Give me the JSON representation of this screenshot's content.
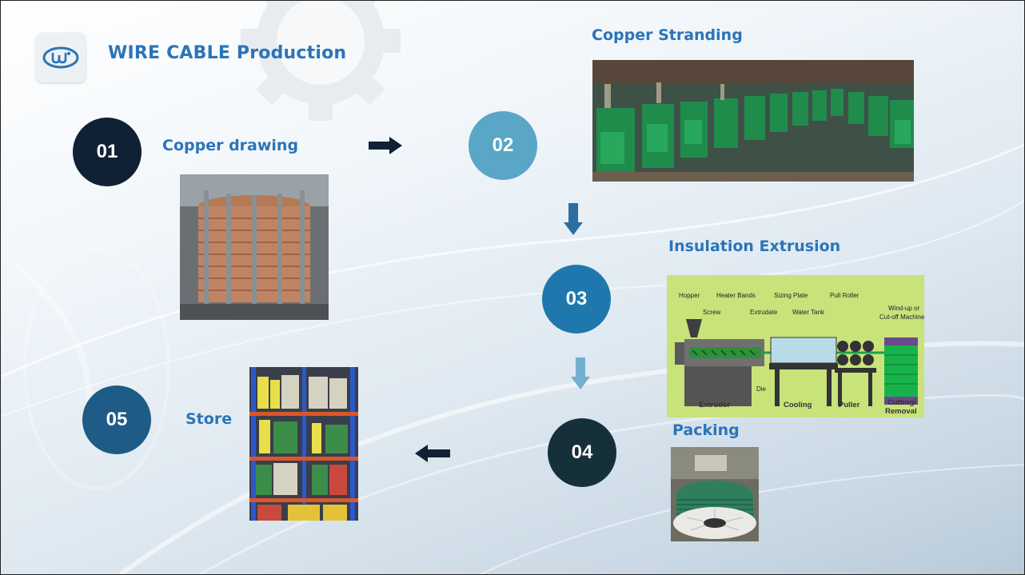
{
  "header": {
    "logo": "wire-logo-icon",
    "title": "WIRE CABLE Production"
  },
  "steps": [
    {
      "number": "01",
      "label": "Copper drawing",
      "image": "copper-coil-photo",
      "color": "#0f2133"
    },
    {
      "number": "02",
      "label": "Copper Stranding",
      "image": "stranding-factory-photo",
      "color": "#5aa6c6"
    },
    {
      "number": "03",
      "label": "Insulation Extrusion",
      "image": "extrusion-line-diagram",
      "color": "#1f78ad"
    },
    {
      "number": "04",
      "label": "Packing",
      "image": "cable-spool-photo",
      "color": "#16303a"
    },
    {
      "number": "05",
      "label": "Store",
      "image": "warehouse-shelves-photo",
      "color": "#1e5b86"
    }
  ],
  "extrusion_diagram": {
    "top_labels": [
      "Hopper",
      "Heater Bands",
      "Sizing Plate",
      "Pull Roller",
      "Screw",
      "Extrudate",
      "Water Tank",
      "Wind-up or",
      "Cut-off Machine"
    ],
    "bottom_labels": [
      "Extruder",
      "Die",
      "Cooling",
      "Puller",
      "Cutting/",
      "Removal"
    ],
    "background": "#c8e37a"
  },
  "arrows": {
    "a1_to_2": "right-arrow",
    "a2_to_3": "down-arrow",
    "a3_to_4": "down-arrow",
    "a4_to_5": "left-arrow"
  },
  "colors": {
    "accent": "#2b74b8",
    "arrow_dark": "#0f2133",
    "arrow_mid": "#2b6fa2",
    "arrow_light": "#73b0cf"
  }
}
